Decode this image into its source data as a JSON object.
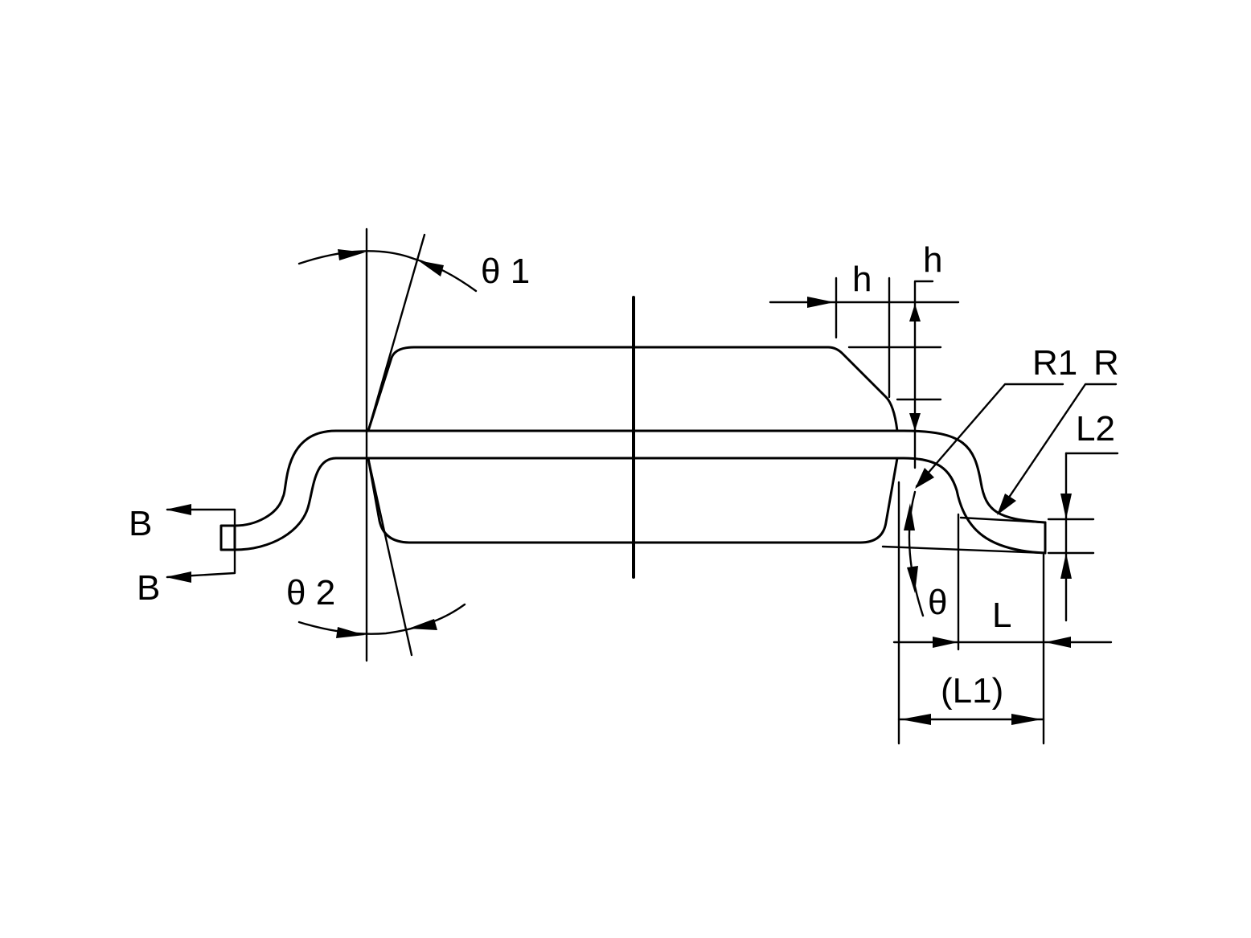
{
  "labels": {
    "theta1": "θ 1",
    "theta2": "θ 2",
    "theta": "θ",
    "h_left": "h",
    "h_right": "h",
    "r1": "R1",
    "r": "R",
    "l2": "L2",
    "l": "L",
    "l1": "(L1)",
    "b_top": "B",
    "b_bottom": "B"
  },
  "colors": {
    "line": "#000000",
    "background": "#ffffff"
  }
}
